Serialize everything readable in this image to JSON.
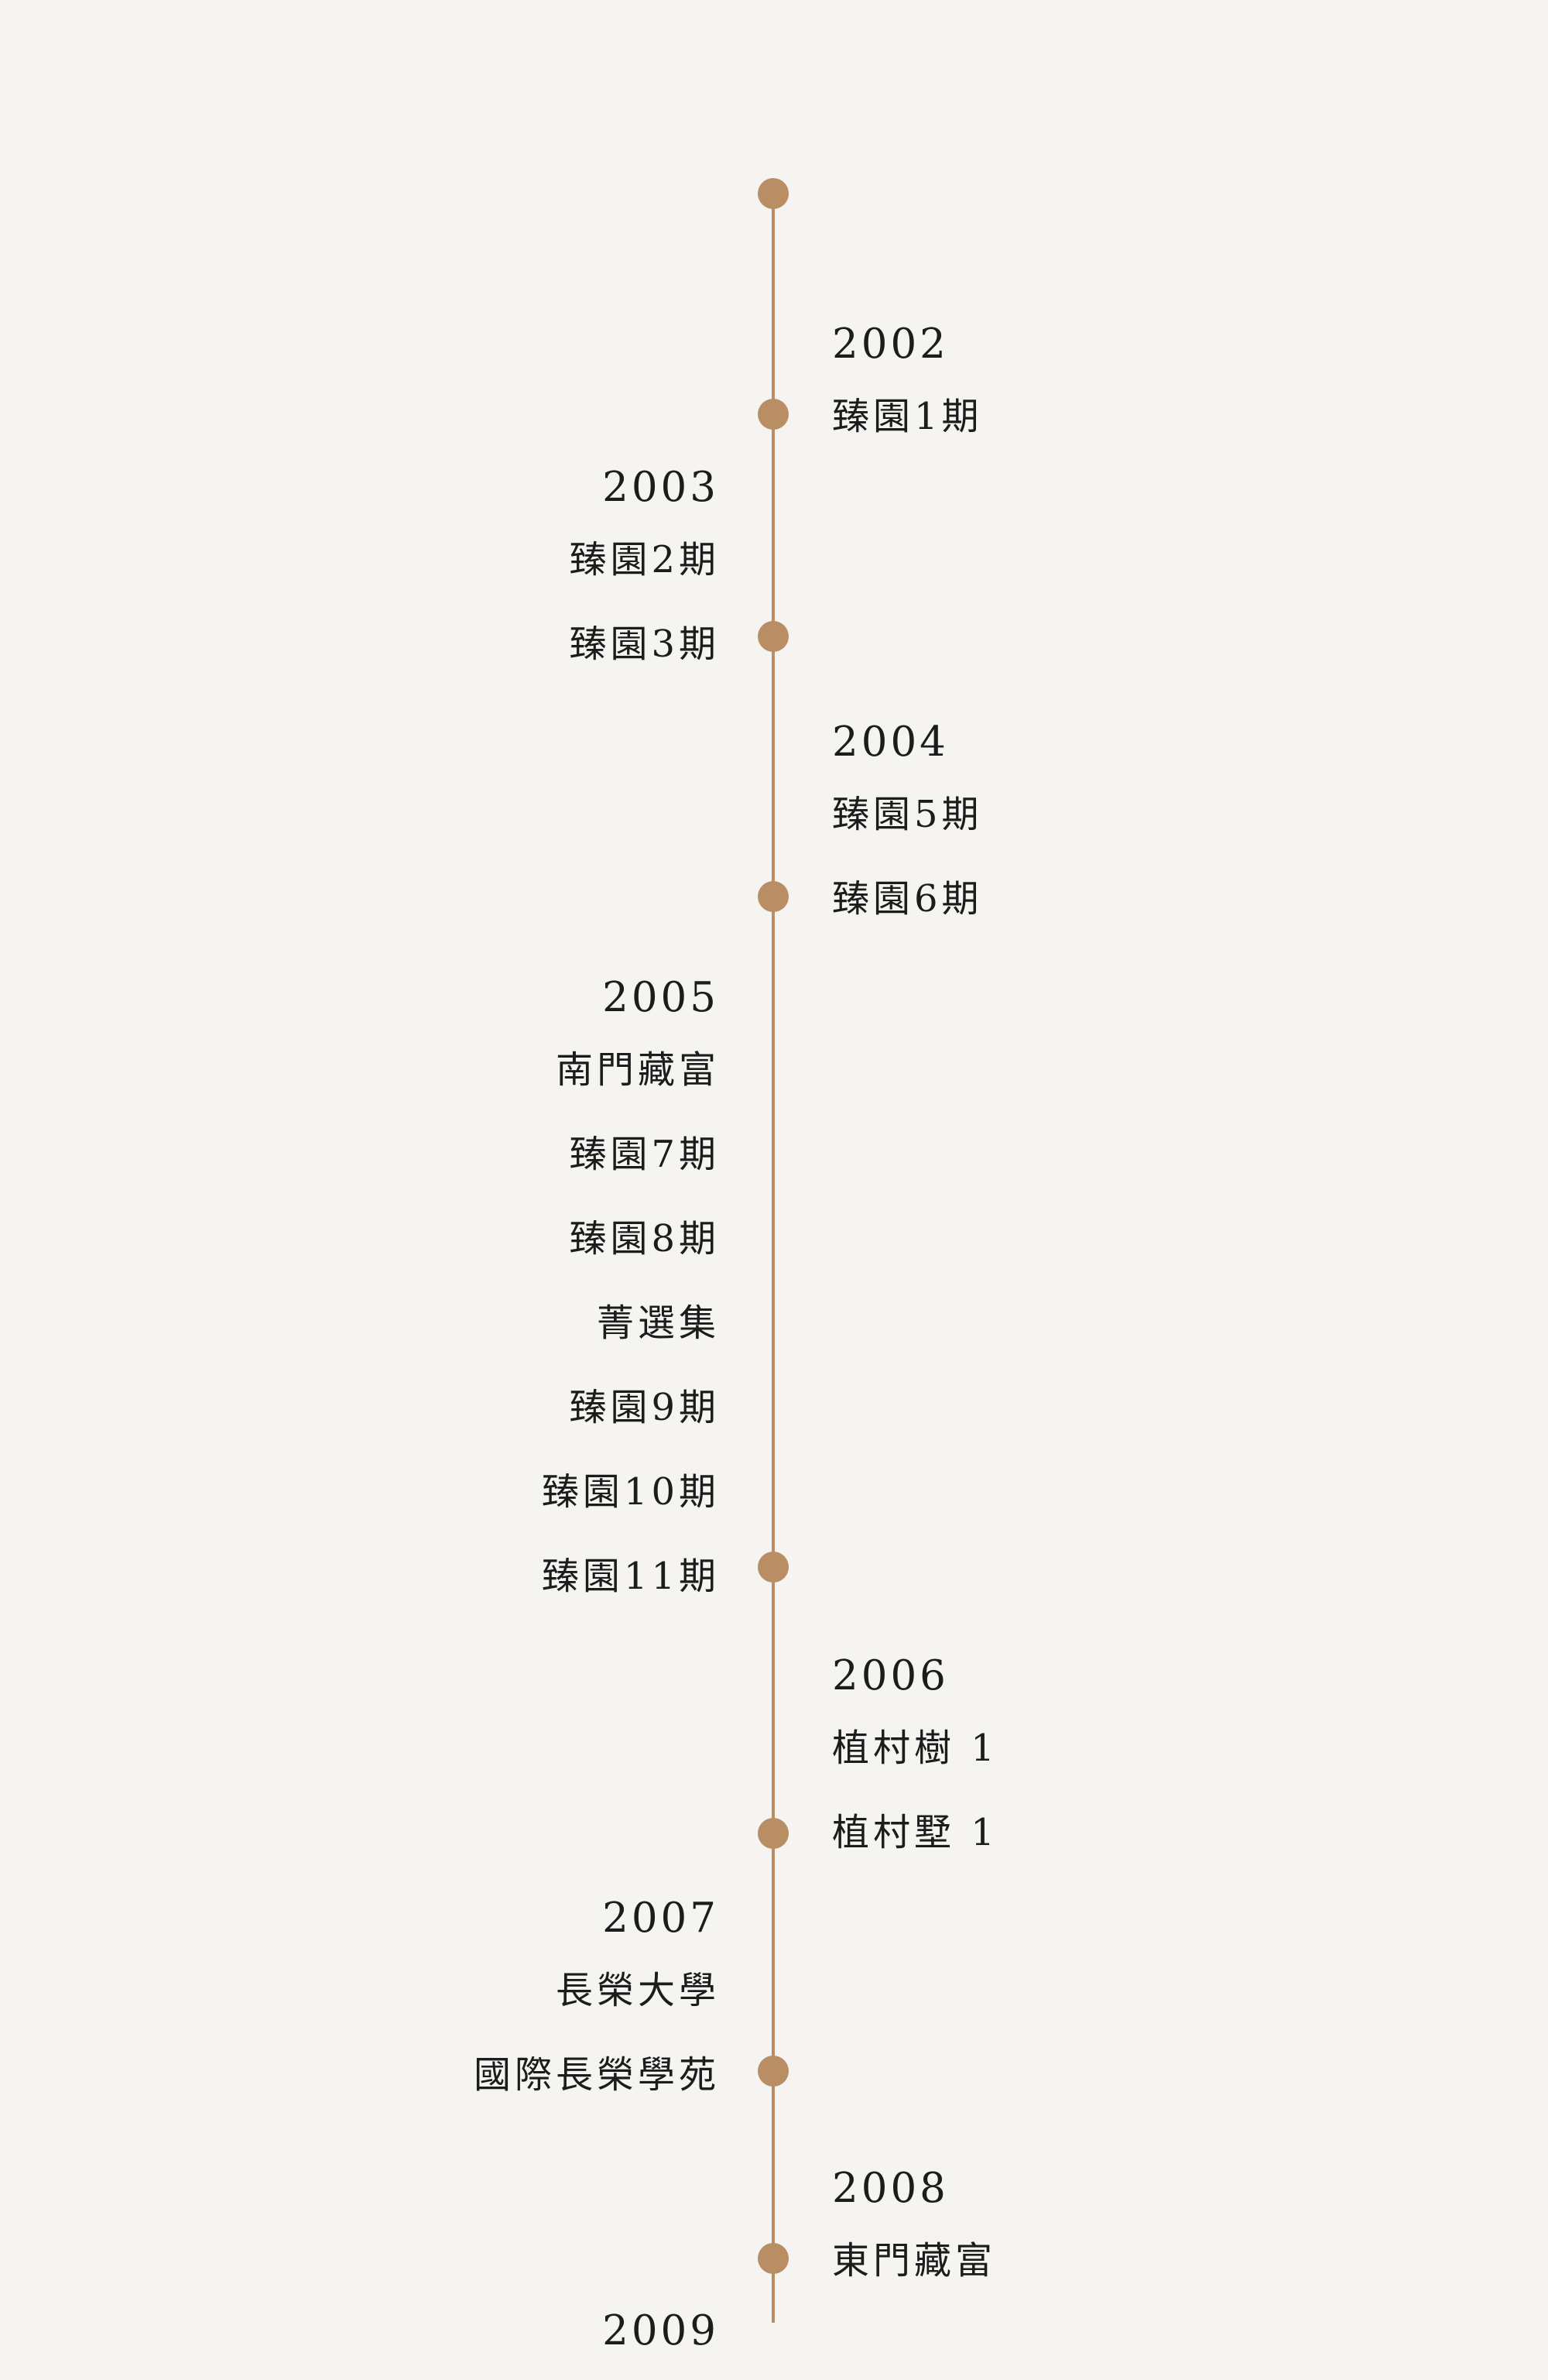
{
  "timeline": {
    "accent_color": "#b98e64",
    "background_color": "#f5f4f1",
    "text_color": "#1c1c1c",
    "groups": [
      {
        "year": "2002",
        "items": [
          "臻園1期"
        ]
      },
      {
        "year": "2003",
        "items": [
          "臻園2期",
          "臻園3期"
        ]
      },
      {
        "year": "2004",
        "items": [
          "臻園5期",
          "臻園6期"
        ]
      },
      {
        "year": "2005",
        "items": [
          "南門藏富",
          "臻園7期",
          "臻園8期",
          "菁選集",
          "臻園9期",
          "臻園10期",
          "臻園11期"
        ]
      },
      {
        "year": "2006",
        "items": [
          "植村樹 1",
          "植村墅 1"
        ]
      },
      {
        "year": "2007",
        "items": [
          "長榮大學",
          "國際長榮學苑"
        ]
      },
      {
        "year": "2008",
        "items": [
          "東門藏富"
        ]
      },
      {
        "year": "2009",
        "items": []
      }
    ]
  }
}
